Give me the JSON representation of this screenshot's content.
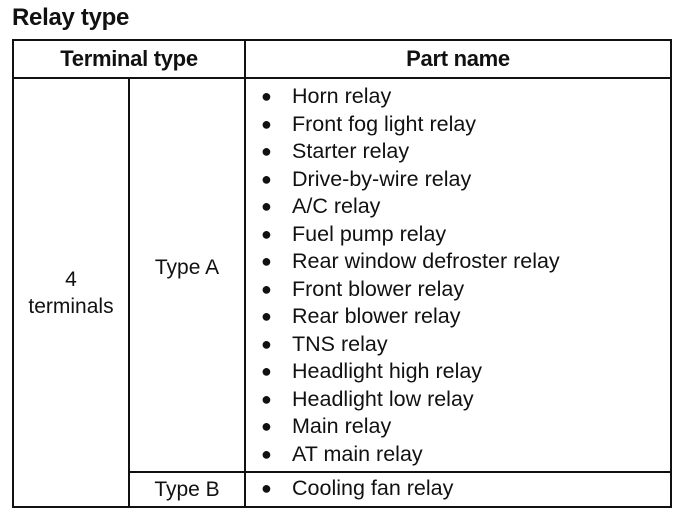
{
  "title": "Relay type",
  "table": {
    "headers": {
      "terminal_type": "Terminal type",
      "part_name": "Part name"
    },
    "terminal_count_line1": "4",
    "terminal_count_line2": "terminals",
    "type_a": {
      "label": "Type A",
      "parts": [
        "Horn relay",
        "Front fog light relay",
        "Starter relay",
        "Drive-by-wire relay",
        "A/C relay",
        "Fuel pump relay",
        "Rear window defroster relay",
        "Front blower relay",
        "Rear blower relay",
        "TNS relay",
        "Headlight high relay",
        "Headlight low relay",
        "Main relay",
        "AT main relay"
      ]
    },
    "type_b": {
      "label": "Type B",
      "parts": [
        "Cooling fan relay"
      ]
    }
  }
}
